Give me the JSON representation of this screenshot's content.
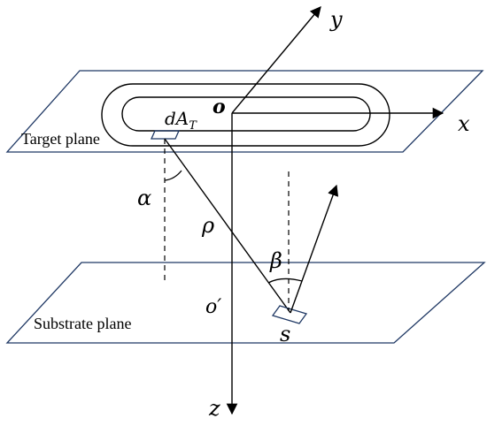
{
  "labels": {
    "target_plane": "Target plane",
    "substrate_plane": "Substrate plane",
    "origin": "o",
    "origin_prime": "o′",
    "axis_x": "x",
    "axis_y": "y",
    "axis_z": "z",
    "area_element_base": "dA",
    "area_element_sub": "T",
    "alpha": "α",
    "rho": "ρ",
    "beta": "β",
    "substrate_point": "s"
  },
  "colors": {
    "plane_outline": "#1f3864",
    "lines": "#000000",
    "text": "#000000"
  }
}
